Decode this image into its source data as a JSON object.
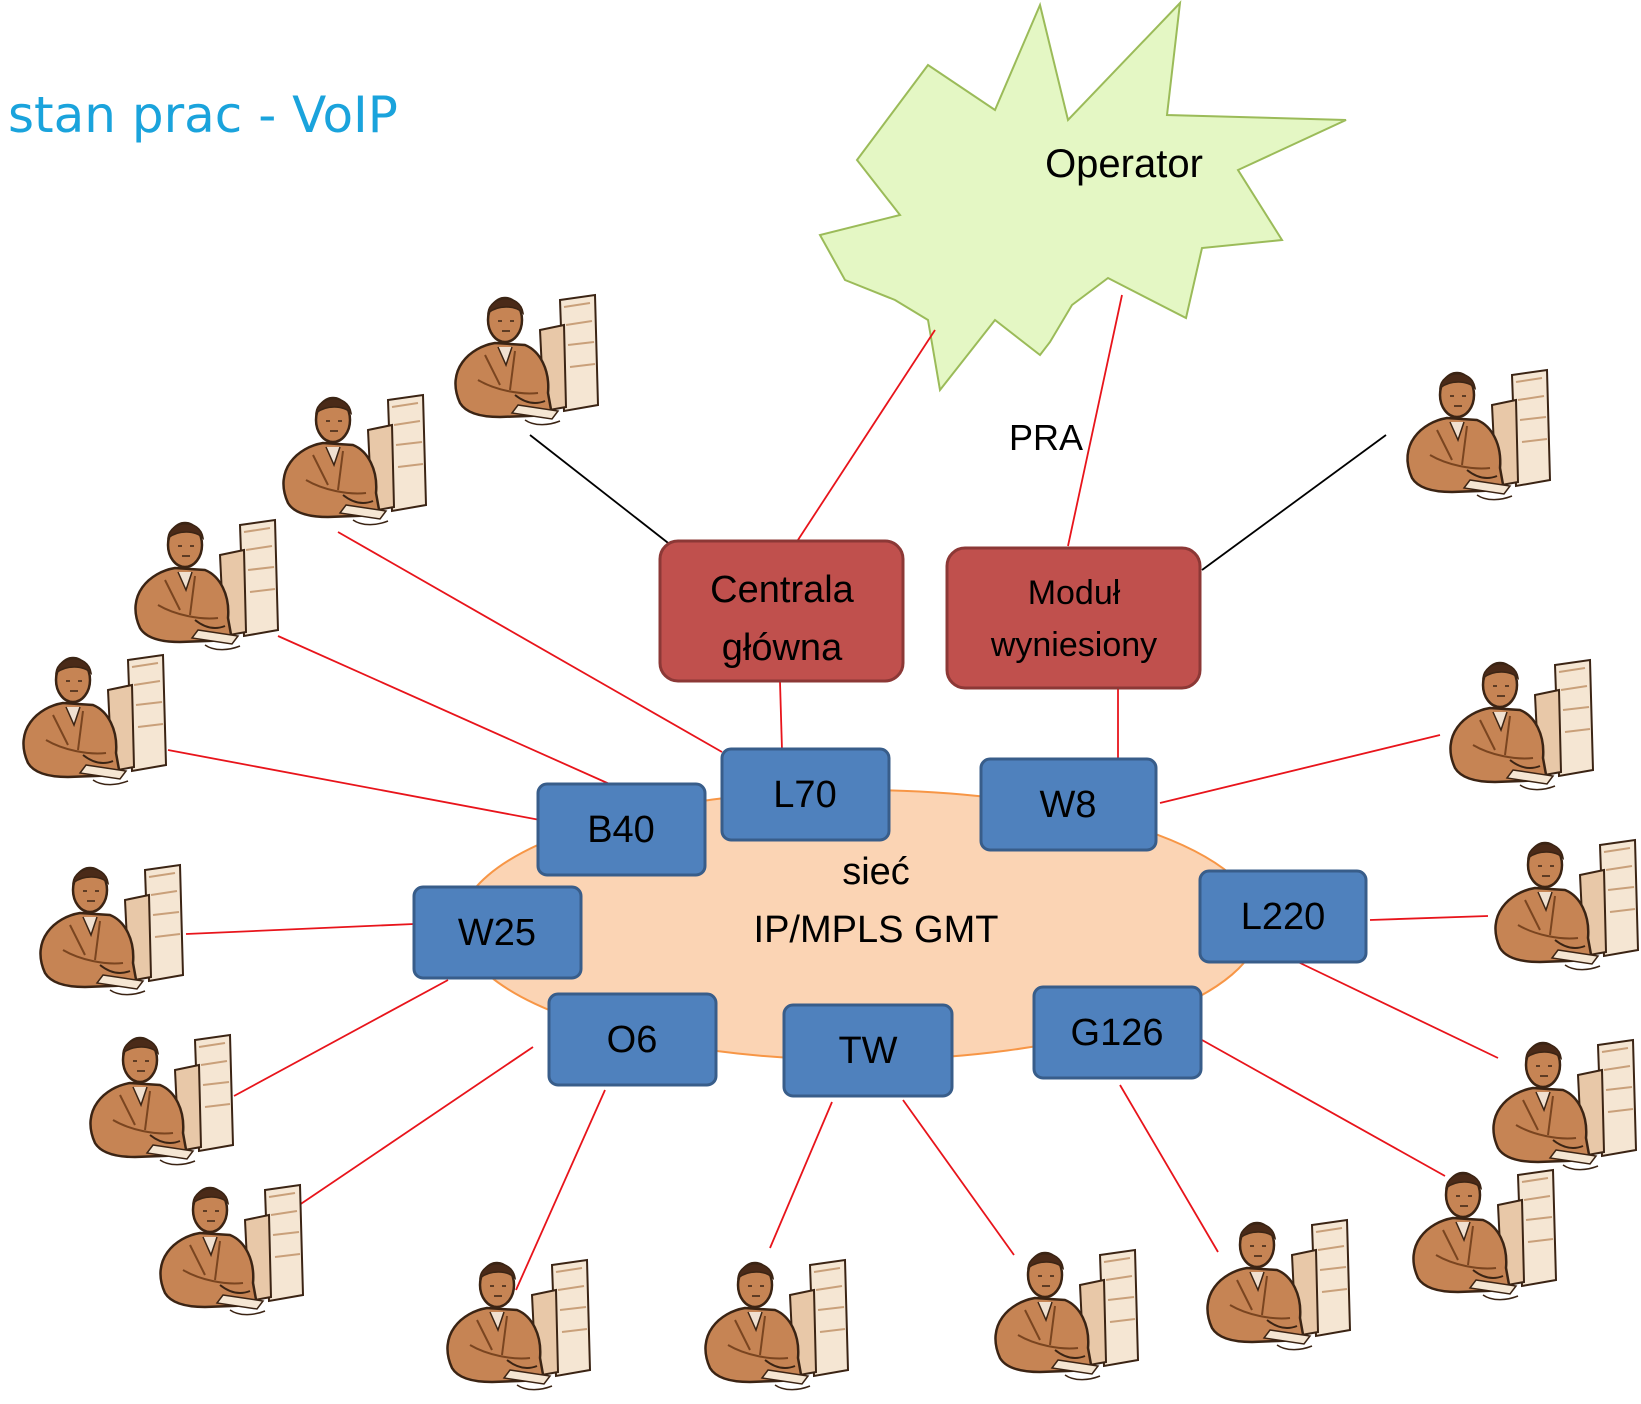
{
  "slide": {
    "title": "stan prac - VoIP"
  },
  "colors": {
    "title": "#1aa3dc",
    "node_fill": "#4f81bd",
    "node_stroke": "#385d8a",
    "pbx_fill": "#c0504d",
    "pbx_stroke": "#8c3836",
    "cloud_fill": "#fbd4b4",
    "cloud_stroke": "#f79646",
    "operator_fill": "#e4f7c4",
    "operator_stroke": "#9bbb59",
    "link_red": "#e8141b",
    "link_black": "#000000"
  },
  "operator": {
    "label": "Operator",
    "icon": "explosion-burst-shape"
  },
  "pbx": {
    "main": {
      "line1": "Centrala",
      "line2": "główna"
    },
    "remote": {
      "line1": "Moduł",
      "line2": "wyniesiony"
    }
  },
  "link_labels": {
    "pra": "PRA"
  },
  "network": {
    "line1": "sieć",
    "line2": "IP/MPLS GMT"
  },
  "nodes": {
    "L70": "L70",
    "B40": "B40",
    "W8": "W8",
    "W25": "W25",
    "L220": "L220",
    "O6": "O6",
    "TW": "TW",
    "G126": "G126"
  },
  "workstation_icon": "person-at-computer-icon"
}
